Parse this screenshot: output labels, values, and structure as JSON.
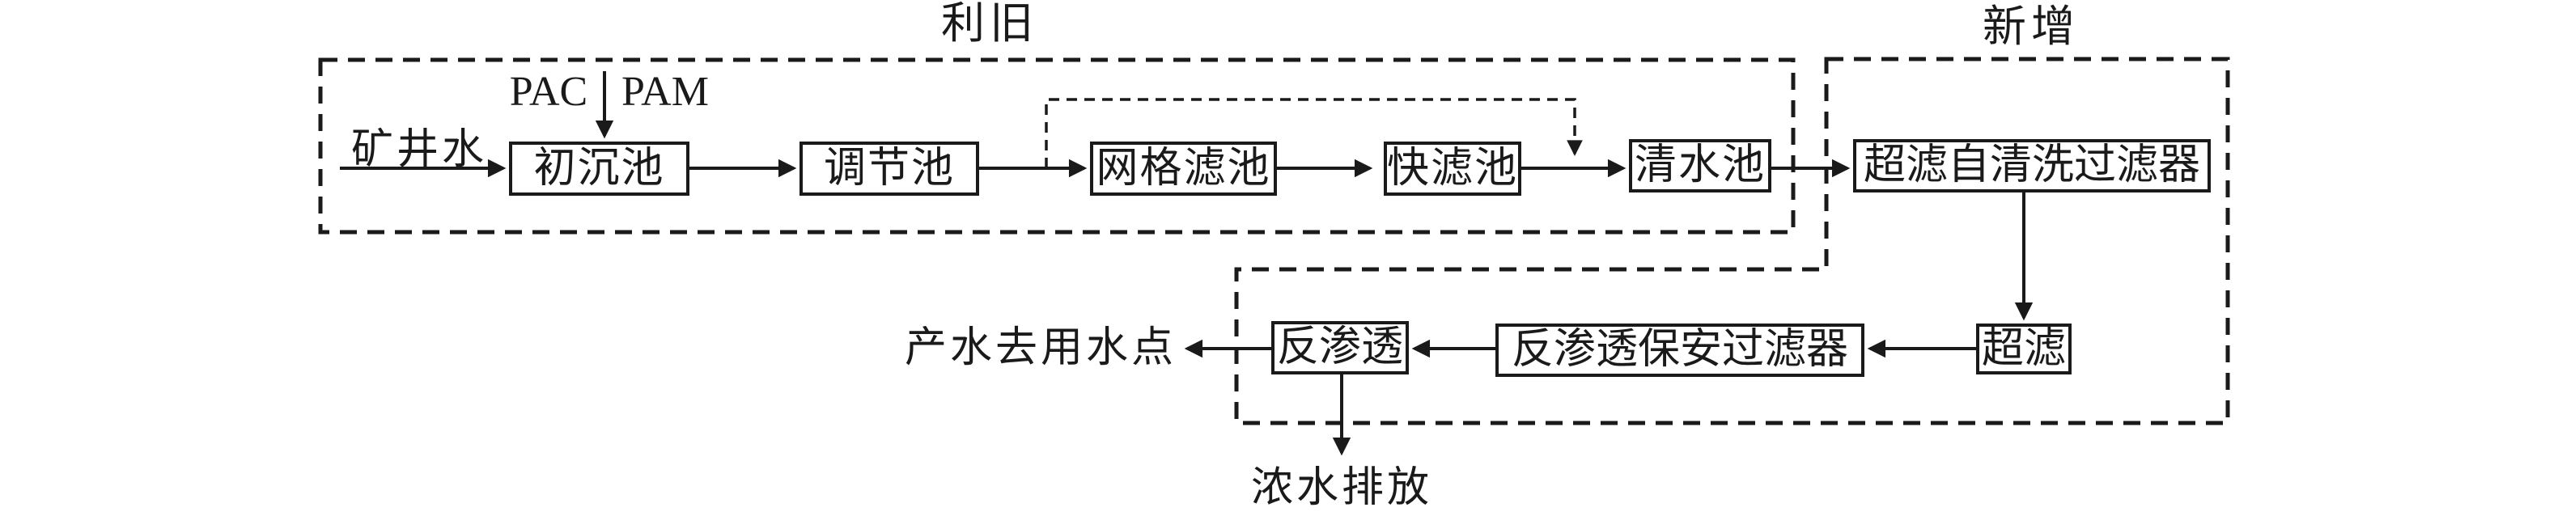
{
  "regions": {
    "reuse_label": "利旧",
    "new_label": "新增"
  },
  "dosing": {
    "pac": "PAC",
    "pam": "PAM"
  },
  "nodes": {
    "mine_water": "矿井水",
    "primary_sedimentation": "初沉池",
    "regulating_tank": "调节池",
    "grid_filter": "网格滤池",
    "rapid_filter": "快滤池",
    "clear_water_tank": "清水池",
    "uf_self_cleaning_filter": "超滤自清洗过滤器",
    "ultrafiltration": "超滤",
    "ro_cartridge_filter": "反渗透保安过滤器",
    "reverse_osmosis": "反渗透",
    "product_water": "产水去用水点",
    "concentrate_discharge": "浓水排放"
  },
  "edges": [
    {
      "from": "矿井水",
      "to": "初沉池",
      "style": "solid-arrow"
    },
    {
      "from": "PAC|PAM",
      "to": "初沉池",
      "style": "solid-arrow-down"
    },
    {
      "from": "初沉池",
      "to": "调节池",
      "style": "solid-arrow"
    },
    {
      "from": "调节池",
      "to": "网格滤池",
      "style": "solid-arrow"
    },
    {
      "from": "网格滤池",
      "to": "快滤池",
      "style": "solid-arrow"
    },
    {
      "from": "快滤池",
      "to": "清水池",
      "style": "solid-arrow"
    },
    {
      "from": "调节池出水",
      "to": "快滤池出水管",
      "style": "dashed-bypass-arrow"
    },
    {
      "from": "清水池",
      "to": "超滤自清洗过滤器",
      "style": "solid-arrow"
    },
    {
      "from": "超滤自清洗过滤器",
      "to": "超滤",
      "style": "solid-arrow-down"
    },
    {
      "from": "超滤",
      "to": "反渗透保安过滤器",
      "style": "solid-arrow"
    },
    {
      "from": "反渗透保安过滤器",
      "to": "反渗透",
      "style": "solid-arrow"
    },
    {
      "from": "反渗透",
      "to": "产水去用水点",
      "style": "solid-arrow"
    },
    {
      "from": "反渗透",
      "to": "浓水排放",
      "style": "solid-arrow-down"
    }
  ],
  "colors": {
    "line": "#1a1a1a",
    "background": "#ffffff"
  }
}
